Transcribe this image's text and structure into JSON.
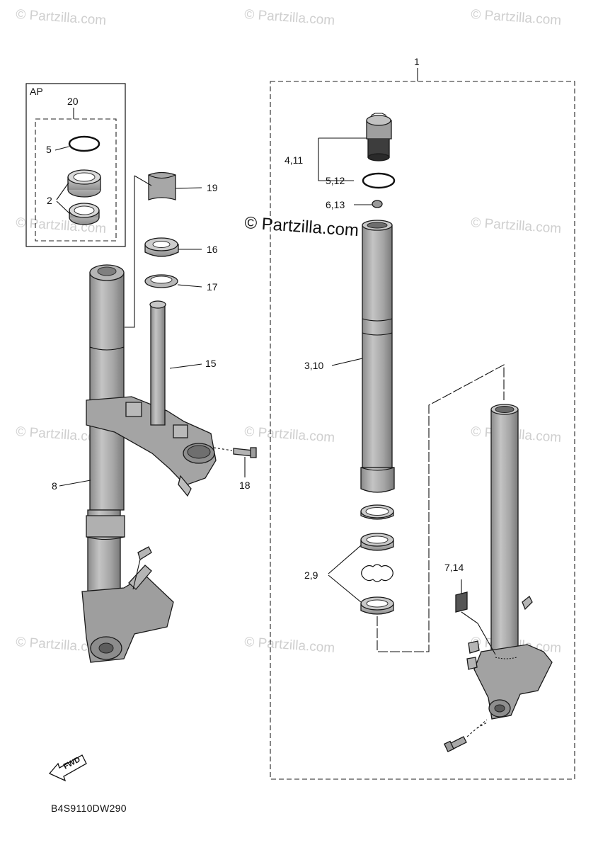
{
  "watermarks": {
    "small": "© Partzilla.com",
    "center": "© Partzilla.com"
  },
  "diagram_code": "B4S9110DW290",
  "fwd_label": "FWD",
  "assembly_box": {
    "label": "AP",
    "group_number": "20"
  },
  "main_group_number": "1",
  "callouts": {
    "c1": "1",
    "c2": "2",
    "c5": "5",
    "c19": "19",
    "c16": "16",
    "c17": "17",
    "c15": "15",
    "c8": "8",
    "c18": "18",
    "c4_11": "4,11",
    "c5_12": "5,12",
    "c6_13": "6,13",
    "c3_10": "3,10",
    "c2_9": "2,9",
    "c7_14": "7,14"
  },
  "colors": {
    "part_fill": "#a9a9a9",
    "part_dark": "#7d7d7d",
    "part_light": "#c8c8c8",
    "line": "#111111",
    "watermark": "#cfcfcf"
  }
}
